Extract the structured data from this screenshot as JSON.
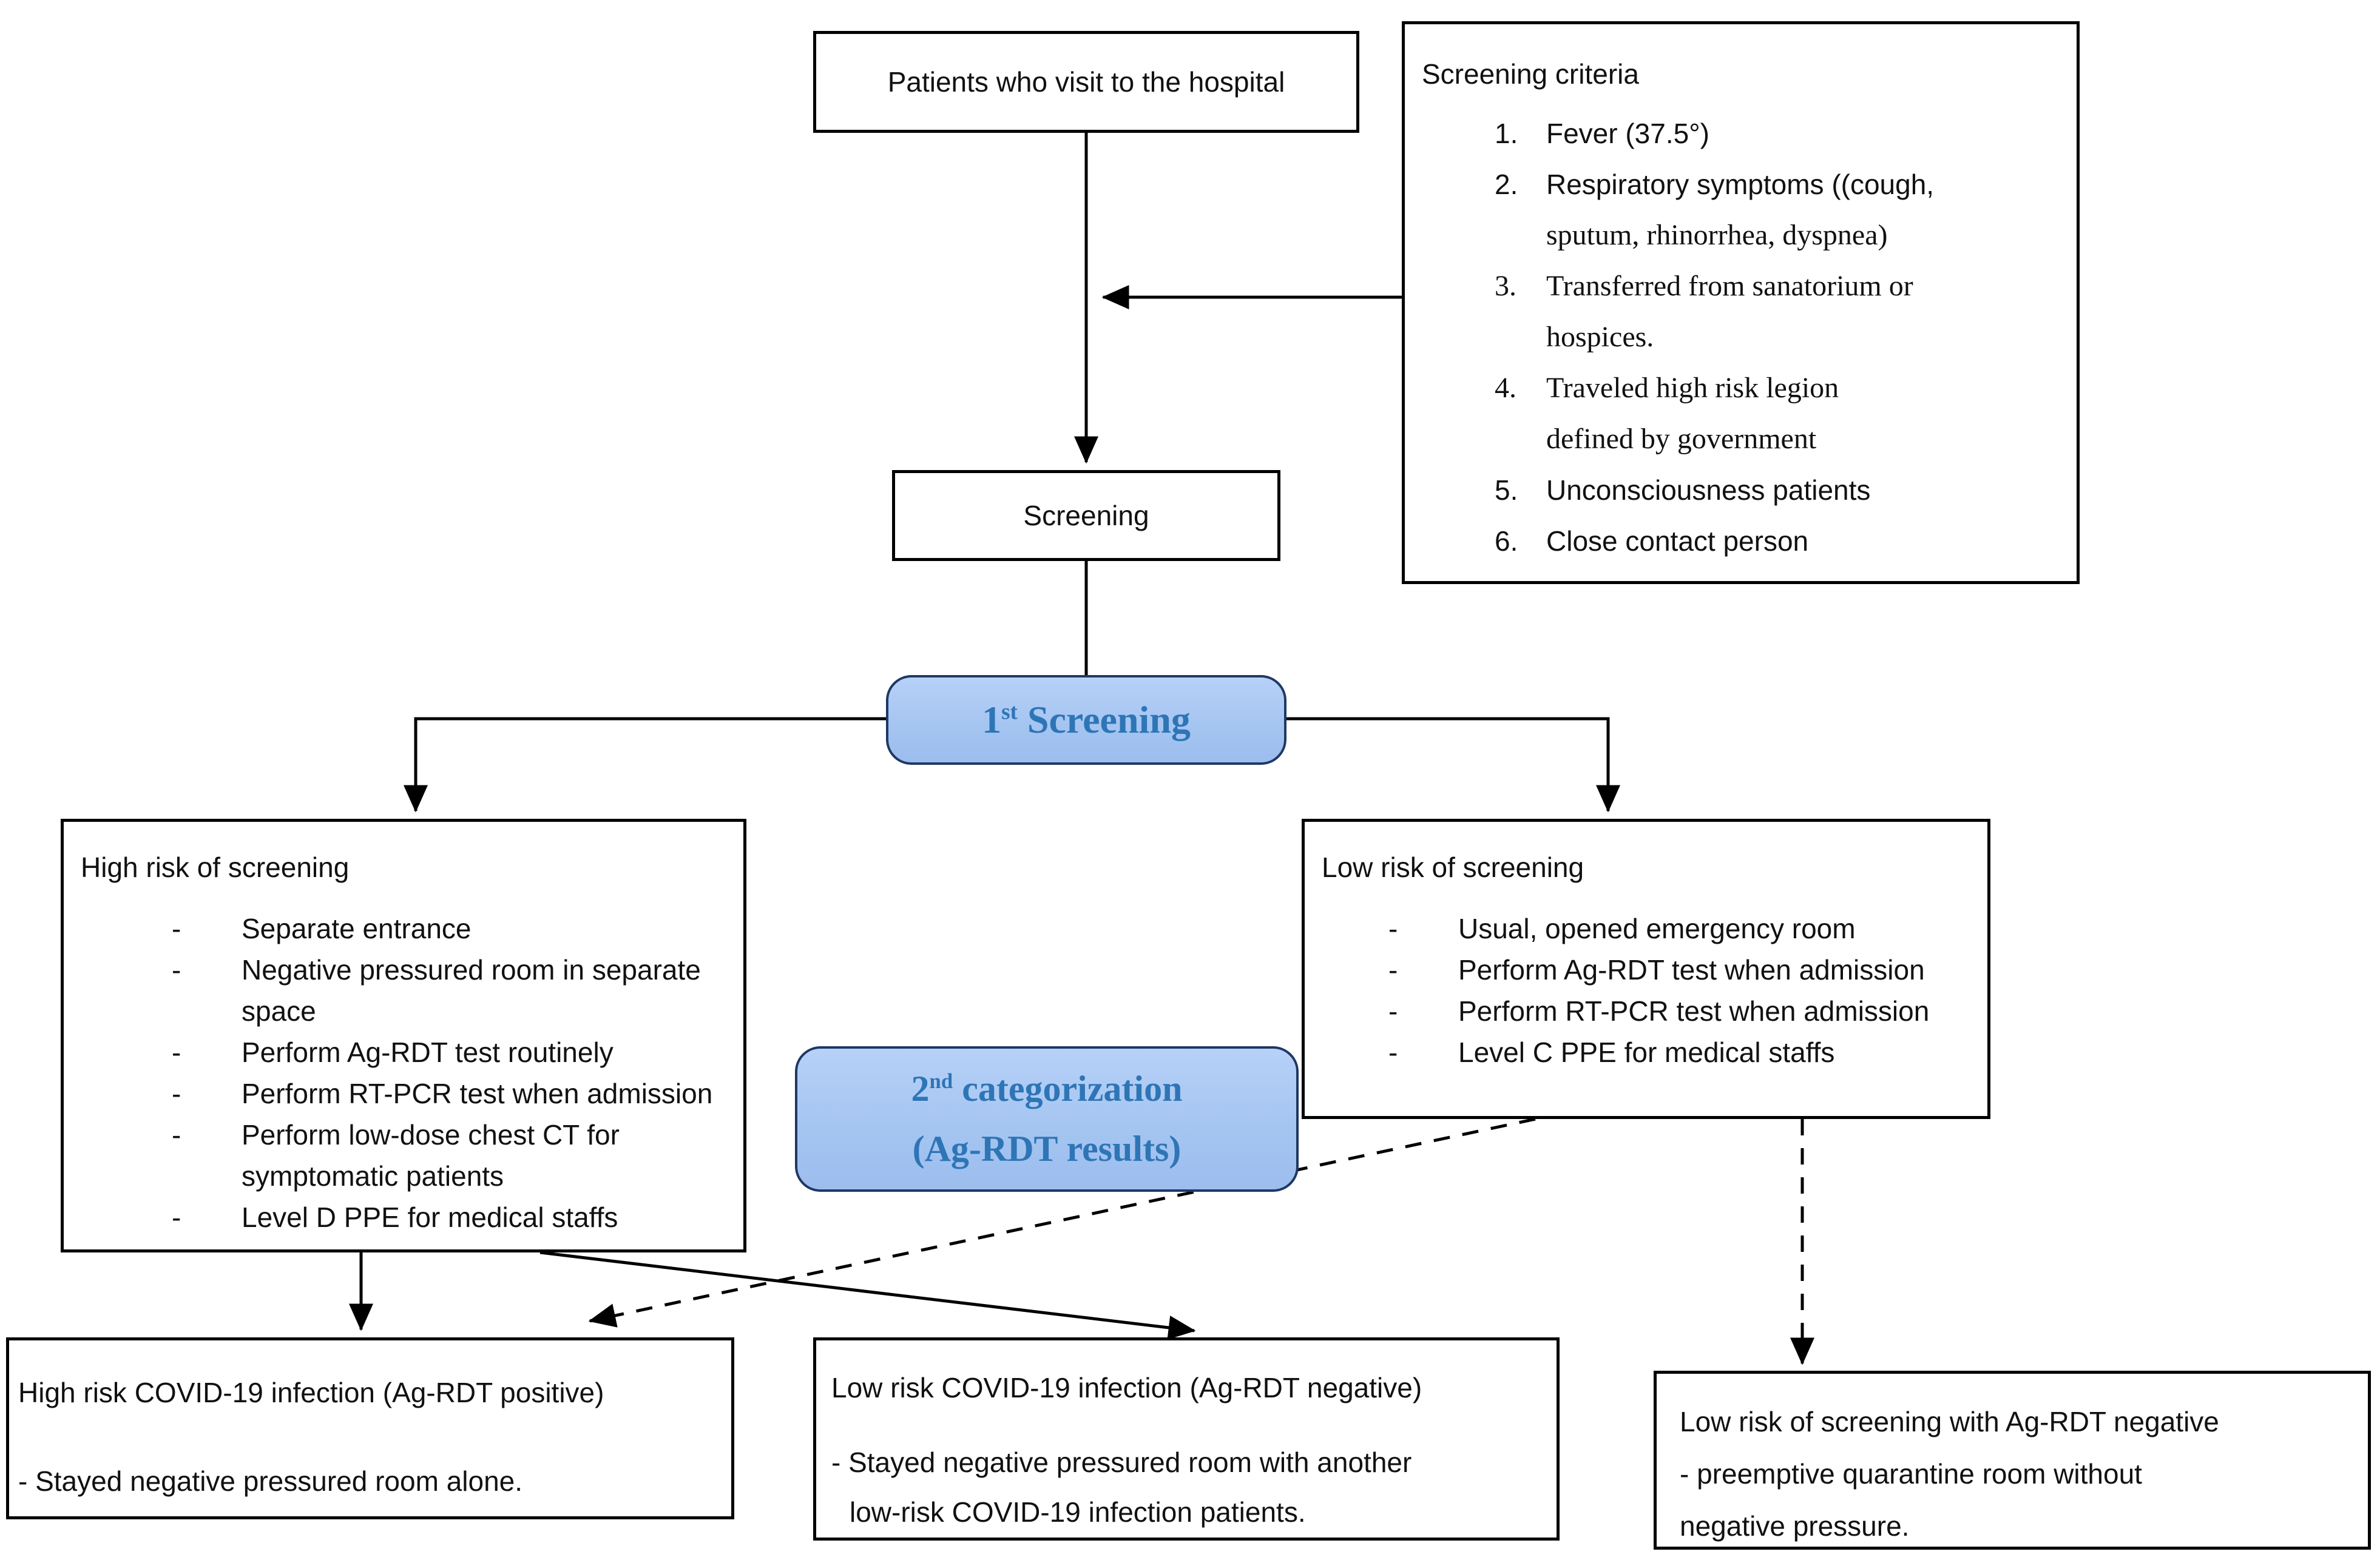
{
  "colors": {
    "background": "#ffffff",
    "box_border": "#000000",
    "connector_line": "#000000",
    "highlight_fill": "#a8c7f0",
    "highlight_border": "#1f3864",
    "highlight_text": "#2e75b6",
    "text": "#111111"
  },
  "boxes": {
    "patients": {
      "label": "Patients who visit to the hospital"
    },
    "criteria": {
      "title": "Screening criteria",
      "items": [
        {
          "num": "1.",
          "lines": [
            "Fever (37.5°)"
          ]
        },
        {
          "num": "2.",
          "lines": [
            "Respiratory symptoms ((cough,",
            "sputum, rhinorrhea, dyspnea)"
          ]
        },
        {
          "num": "3.",
          "lines": [
            "Transferred from sanatorium or",
            "hospices."
          ]
        },
        {
          "num": "4.",
          "lines": [
            "Traveled high risk legion",
            "defined by government"
          ]
        },
        {
          "num": "5.",
          "lines": [
            "Unconsciousness patients"
          ]
        },
        {
          "num": "6.",
          "lines": [
            "Close contact person"
          ]
        }
      ]
    },
    "screening": {
      "label": "Screening"
    },
    "first_screening": {
      "base": "1",
      "sup": "st",
      "rest": " Screening"
    },
    "high_risk": {
      "title": "High risk of screening",
      "bullet": "-",
      "items": [
        "Separate entrance",
        "Negative pressured room in separate space",
        "Perform Ag-RDT test routinely",
        "Perform RT-PCR test when admission",
        "Perform low-dose chest CT for symptomatic patients",
        "Level D PPE for medical staffs"
      ]
    },
    "low_risk": {
      "title": "Low risk of screening",
      "bullet": "-",
      "items": [
        "Usual, opened emergency room",
        "Perform Ag-RDT test when admission",
        "Perform RT-PCR test when admission",
        "Level C PPE for medical staffs"
      ]
    },
    "second_categorization": {
      "base": "2",
      "sup": "nd",
      "rest": " categorization",
      "line2": "(Ag-RDT results)"
    },
    "bottom_left": {
      "title": "High risk COVID-19 infection (Ag-RDT positive)",
      "body": "- Stayed negative pressured room alone."
    },
    "bottom_middle": {
      "title": "Low risk COVID-19 infection (Ag-RDT negative)",
      "body_lines": [
        "- Stayed negative pressured room with another",
        "low-risk COVID-19 infection patients."
      ]
    },
    "bottom_right": {
      "lines": [
        "Low risk of screening with Ag-RDT negative",
        "- preemptive quarantine room without",
        "negative pressure."
      ]
    }
  }
}
